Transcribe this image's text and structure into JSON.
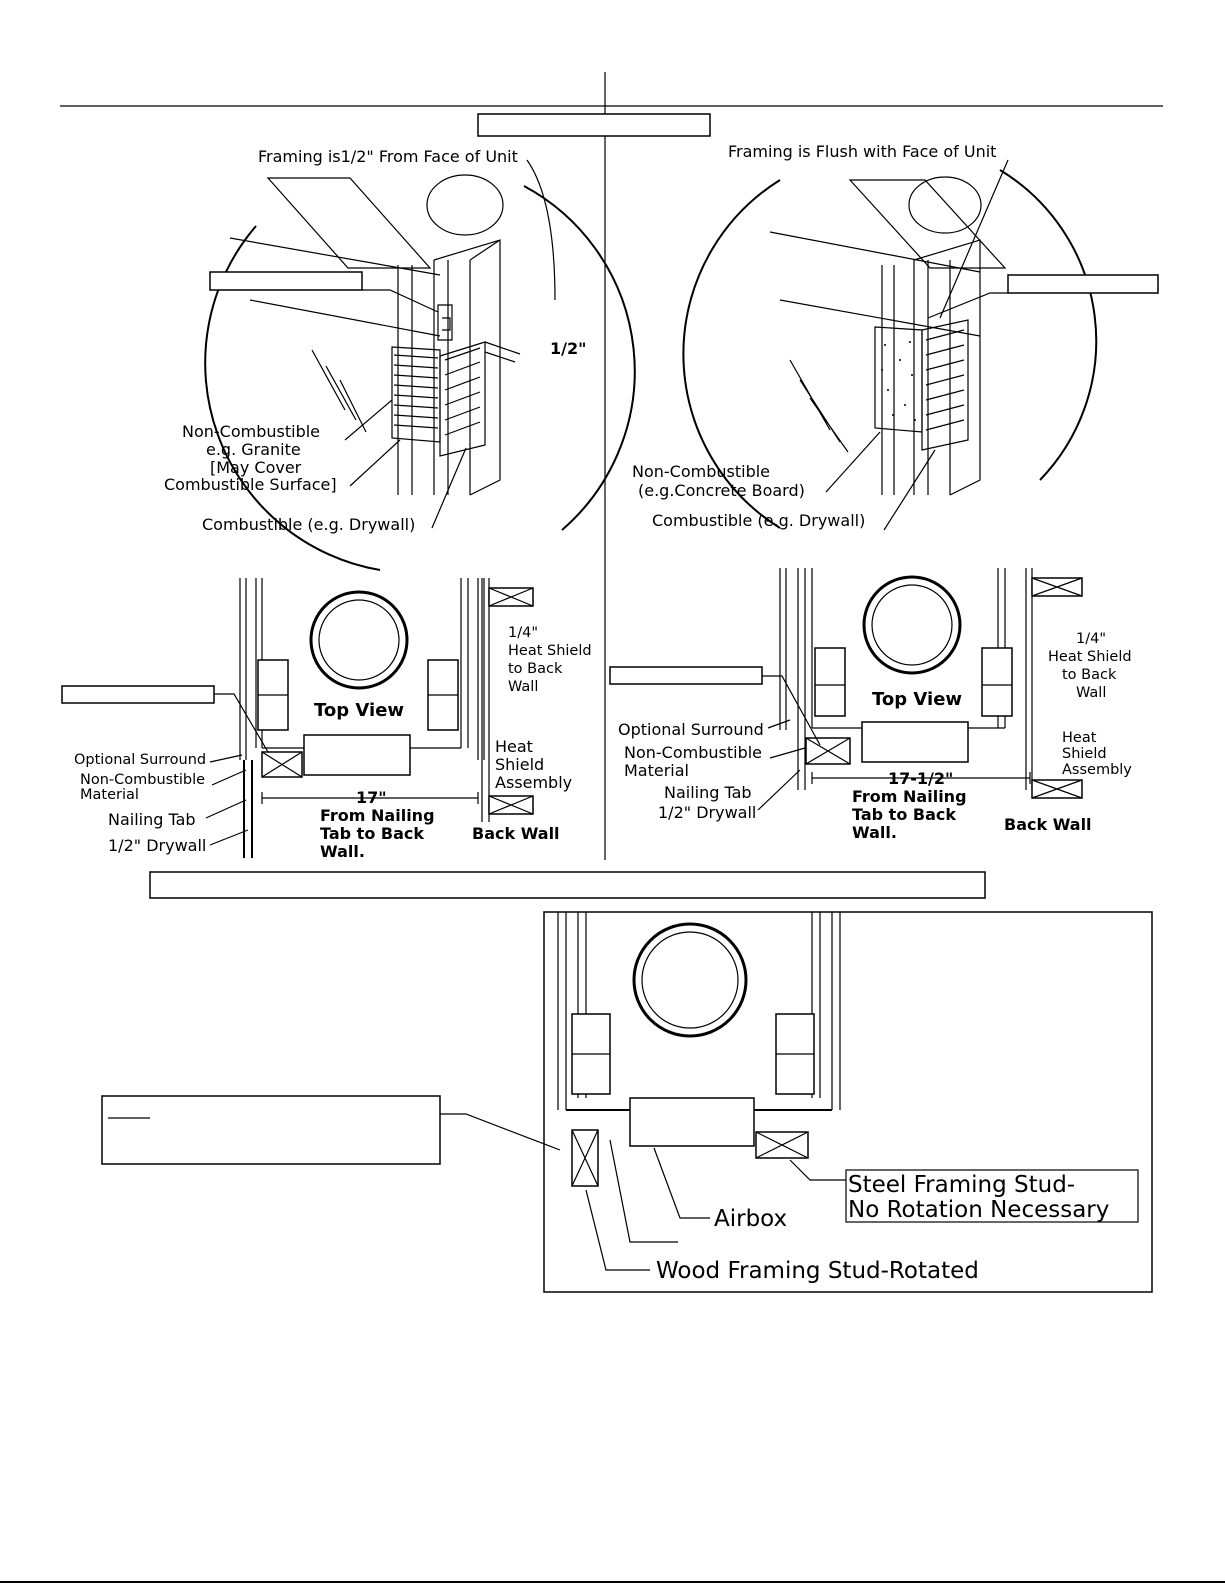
{
  "left_panel": {
    "label_framing_offset": "Framing is1/2\" From Face of Unit",
    "dim_half_inch": "1/2\"",
    "label_noncomb_line1": "Non-Combustible",
    "label_noncomb_line2": "e.g. Granite",
    "label_noncomb_line3": "[May Cover",
    "label_noncomb_line4": "Combustible Surface]",
    "label_combustible": "Combustible (e.g. Drywall)",
    "heat_shield_line1": "1/4\"",
    "heat_shield_line2": "Heat Shield",
    "heat_shield_line3": "to Back",
    "heat_shield_line4": "Wall",
    "top_view": "Top View",
    "assembly_line1": "Heat",
    "assembly_line2": "Shield",
    "assembly_line3": "Assembly",
    "optional_surround": "Optional Surround",
    "noncomb_material_line1": "Non-Combustible",
    "noncomb_material_line2": "Material",
    "nailing_tab": "Nailing Tab",
    "drywall": "1/2\" Drywall",
    "dim_value": "17\"",
    "dim_line1": "From Nailing",
    "dim_line2": "Tab to Back",
    "dim_line3": "Wall.",
    "back_wall": "Back Wall"
  },
  "right_panel": {
    "label_framing_flush": "Framing is Flush with Face of Unit",
    "label_noncomb_line1": "Non-Combustible",
    "label_noncomb_line2": "(e.g.Concrete Board)",
    "label_combustible": "Combustible (e.g. Drywall)",
    "heat_shield_line1": "1/4\"",
    "heat_shield_line2": "Heat Shield",
    "heat_shield_line3": "to Back",
    "heat_shield_line4": "Wall",
    "top_view": "Top View",
    "assembly_line1": "Heat",
    "assembly_line2": "Shield",
    "assembly_line3": "Assembly",
    "optional_surround": "Optional Surround",
    "noncomb_material_line1": "Non-Combustible",
    "noncomb_material_line2": "Material",
    "nailing_tab": "Nailing Tab",
    "drywall": "1/2\" Drywall",
    "dim_value": "17-1/2\"",
    "dim_line1": "From Nailing",
    "dim_line2": "Tab to Back",
    "dim_line3": "Wall.",
    "back_wall": "Back Wall"
  },
  "bottom_panel": {
    "steel_stud_line1": "Steel Framing Stud-",
    "steel_stud_line2": "No Rotation Necessary",
    "airbox": "Airbox",
    "wood_stud": "Wood Framing Stud-Rotated"
  }
}
